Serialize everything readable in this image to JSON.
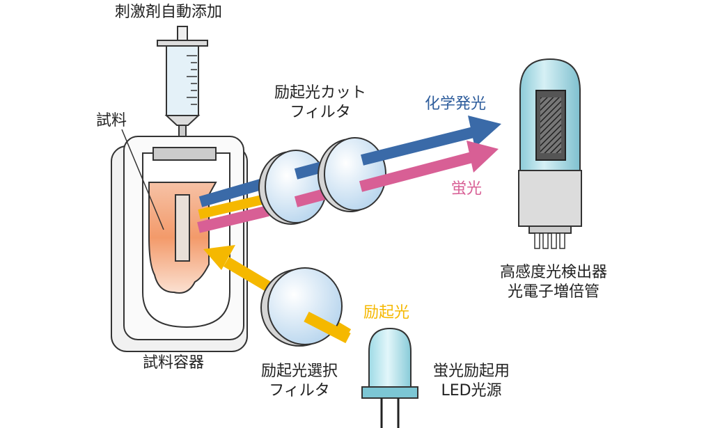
{
  "labels": {
    "injector": "刺激剤自動添加",
    "sample": "試料",
    "cut_filter_line1": "励起光カット",
    "cut_filter_line2": "フィルタ",
    "chemiluminescence": "化学発光",
    "fluorescence": "蛍光",
    "detector_line1": "高感度光検出器",
    "detector_line2": "光電子増倍管",
    "excitation_light": "励起光",
    "sample_container": "試料容器",
    "select_filter_line1": "励起光選択",
    "select_filter_line2": "フィルタ",
    "led_line1": "蛍光励起用",
    "led_line2": "LED光源"
  },
  "colors": {
    "chemiluminescence": "#3a6aa8",
    "fluorescence": "#d85f95",
    "excitation": "#f5b800",
    "sample": "#f3a57a",
    "tube": "#9fd6e0"
  }
}
